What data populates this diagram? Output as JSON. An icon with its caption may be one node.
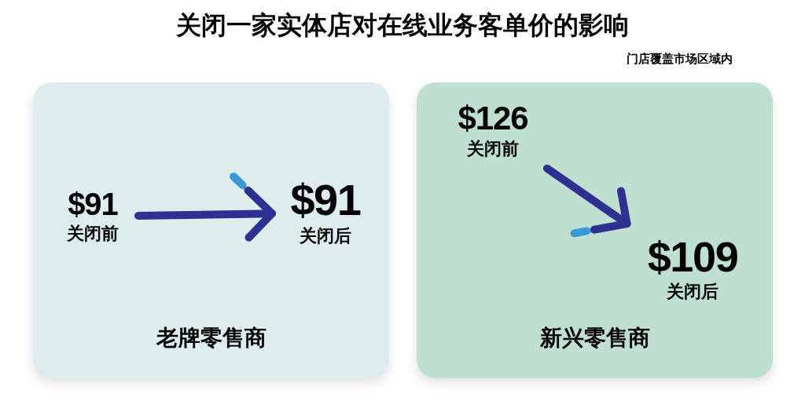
{
  "diagram": {
    "title": "关闭一家实体店对在线业务客单价的影响",
    "nodes": [
      {
        "text": [
          "老牌零售商"
        ]
      },
      {
        "text": [
          "$91",
          "关闭前"
        ],
        "in": 0
      },
      {
        "text": [
          "$91",
          "关闭后"
        ],
        "in": 0
      },
      {
        "text": [
          "新兴零售商"
        ]
      },
      {
        "text": [
          "$126",
          "关闭前"
        ],
        "in": 3
      },
      {
        "text": [
          "$109",
          "关闭后"
        ],
        "in": 3
      }
    ],
    "edges": [
      {
        "from": 1,
        "to": 2,
        "arrow": "to"
      },
      {
        "from": 4,
        "to": 5,
        "arrow": "to"
      }
    ],
    "labels": [
      "门店覆盖市场区域内"
    ]
  }
}
